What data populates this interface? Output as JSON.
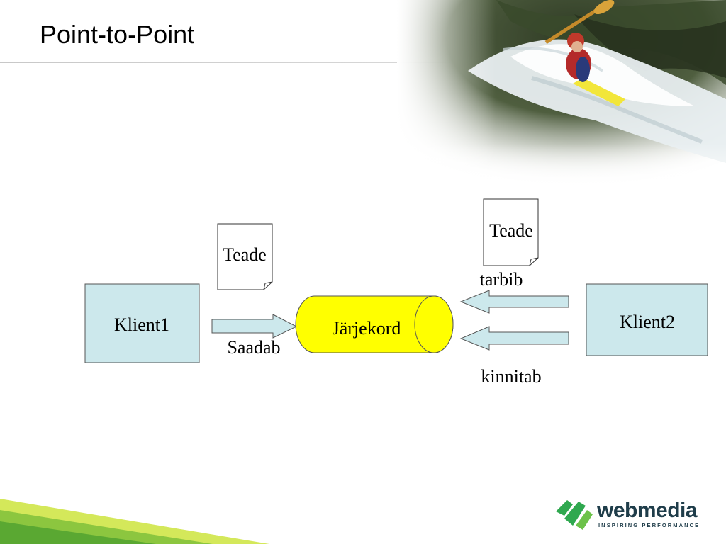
{
  "slide": {
    "title": "Point-to-Point"
  },
  "diagram": {
    "client1": "Klient1",
    "client2": "Klient2",
    "queue": "Järjekord",
    "message_left": "Teade",
    "message_right": "Teade",
    "send_label": "Saadab",
    "consume_label": "tarbib",
    "ack_label": "kinnitab"
  },
  "logo": {
    "name": "webmedia",
    "tagline": "INSPIRING PERFORMANCE"
  },
  "colors": {
    "box_fill": "#cce8ec",
    "arrow_fill": "#cce8ec",
    "queue_fill": "#ffff00",
    "footer_green": "#8cc63f",
    "footer_yellow": "#d4e85a",
    "logo_green": "#2fa84f",
    "logo_text": "#1f3d4a"
  }
}
